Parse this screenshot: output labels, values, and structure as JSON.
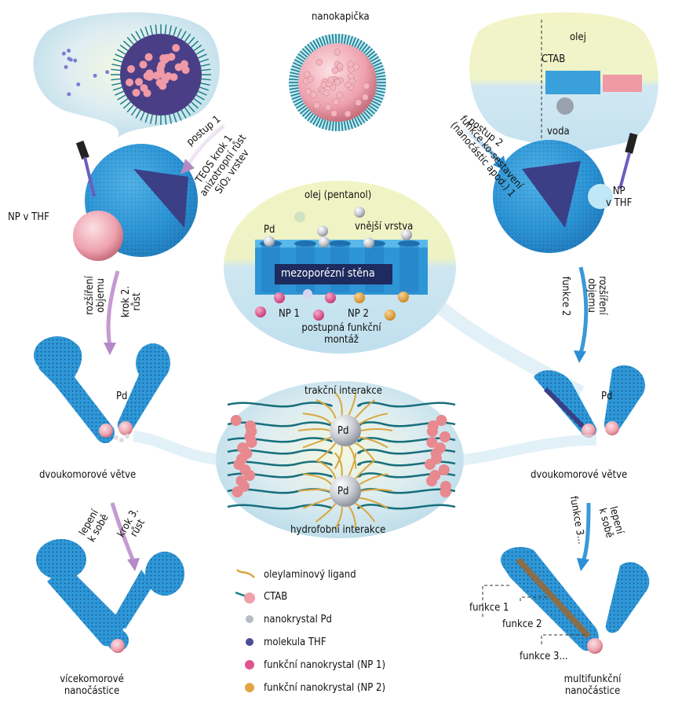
{
  "top": {
    "nanodroplet_label": "nanokapička"
  },
  "route1": {
    "label": "postup 1",
    "steps": [
      "TEOS krok 1",
      "anizotropní růst",
      "SiO₂ vrstev"
    ],
    "np_label": "NP v THF",
    "step2": [
      "rozšíření",
      "objemu"
    ],
    "step2b": [
      "krok 2.",
      "růst"
    ],
    "branch_label": "dvoukomorové větve",
    "step3": [
      "lepení",
      "k sobě"
    ],
    "step3b": [
      "krok 3.",
      "růst"
    ],
    "final_label": [
      "vícekomorové",
      "nanočástice"
    ],
    "pd_label": "Pd"
  },
  "route2": {
    "label": "postup 2",
    "steps": [
      "funkce ko-sestavení",
      "(nanočástic apod.) 1"
    ],
    "np_label": [
      "NP",
      "v THF"
    ],
    "inset": {
      "oil": "olej",
      "ctab": "CTAB",
      "water": "voda"
    },
    "step2": [
      "rozšíření",
      "objemu"
    ],
    "step2b": "funkce 2",
    "branch_label": "dvoukomorové větve",
    "step3": [
      "lepení",
      "k sobě"
    ],
    "step3b": "funkce 3...",
    "functions": [
      "funkce 1",
      "funkce 2",
      "funkce 3..."
    ],
    "final_label": [
      "multifunkční",
      "nanočástice"
    ],
    "pd_label": "Pd"
  },
  "center_top": {
    "oil": "olej (pentanol)",
    "pd": "Pd",
    "outer_layer": "vnější vrstva",
    "wall": "mezoporézní stěna",
    "np1": "NP 1",
    "np2": "NP 2",
    "assembly": [
      "postupná funkční",
      "montáž"
    ]
  },
  "center_bottom": {
    "top": "trakční interakce",
    "bottom": "hydrofobní interakce",
    "pd": "Pd"
  },
  "legend": [
    {
      "icon": "oleylamine-ligand-icon",
      "label": "oleylaminový ligand",
      "color": "#d9a640"
    },
    {
      "icon": "ctab-icon",
      "label": "CTAB",
      "color": "#f0a0a8"
    },
    {
      "icon": "pd-nanocrystal-icon",
      "label": "nanokrystal Pd",
      "color": "#b8bcc4"
    },
    {
      "icon": "thf-molecule-icon",
      "label": "molekula THF",
      "color": "#4b4c9c"
    },
    {
      "icon": "np1-icon",
      "label": "funkční nanokrystal (NP 1)",
      "color": "#e0558f"
    },
    {
      "icon": "np2-icon",
      "label": "funkční nanokrystal (NP 2)",
      "color": "#e2a545"
    }
  ],
  "colors": {
    "silica_blue": "#2f9ad6",
    "route1_arrow": "#c49ad0",
    "route2_arrow": "#3a9ad8",
    "wall_label_bg": "#1e2b5e",
    "oil_yellow": "#eef3b8",
    "water_blue": "#cfe7f1"
  }
}
